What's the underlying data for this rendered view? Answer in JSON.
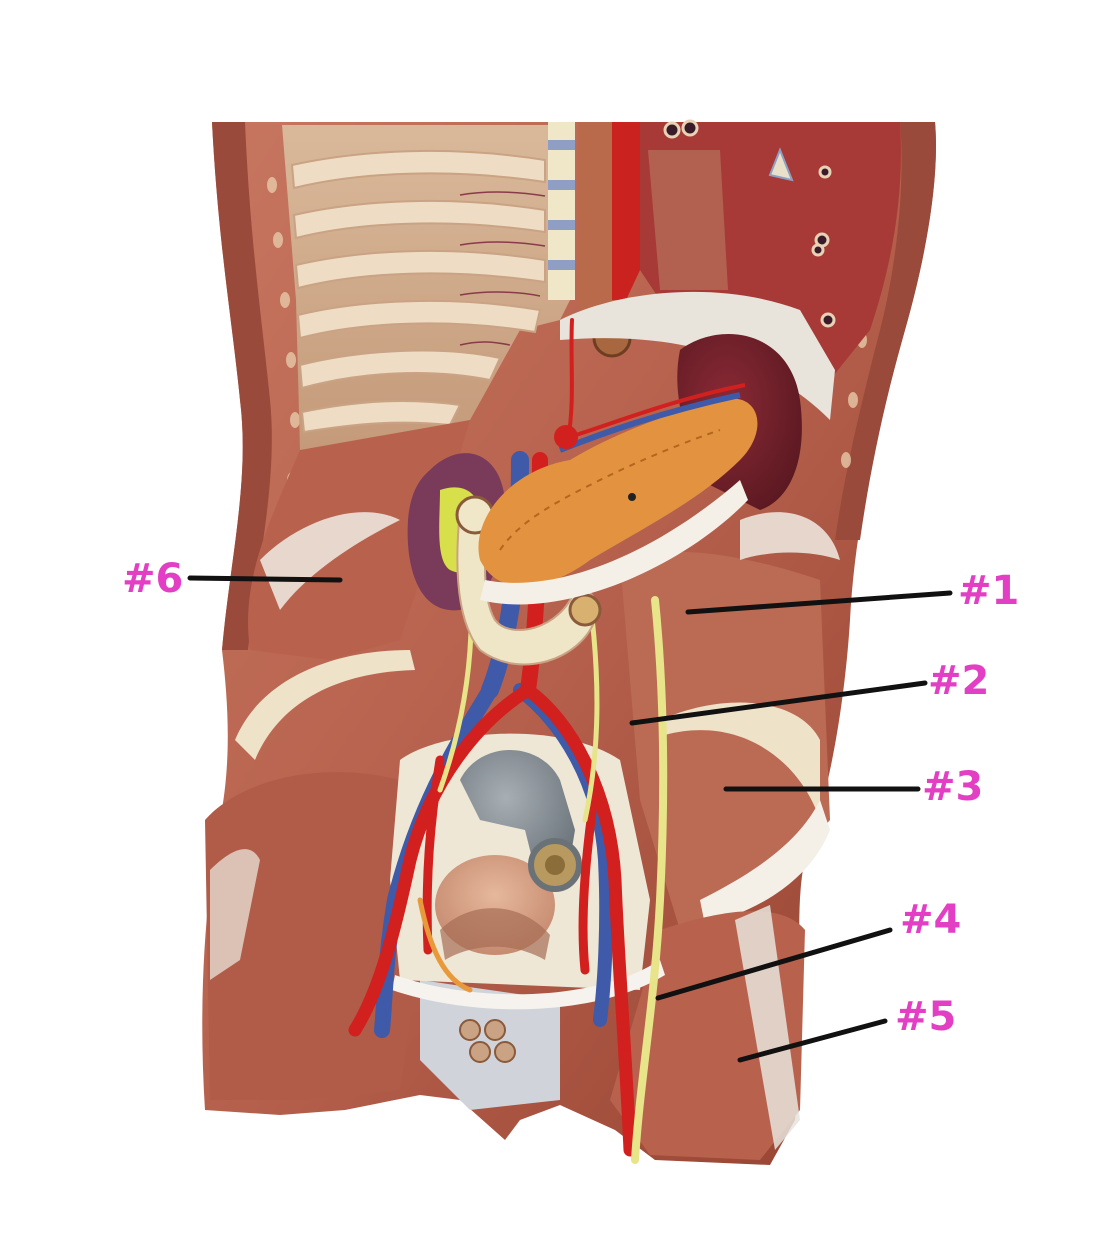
{
  "colors": {
    "background": "#ffffff",
    "muscle": "#b5604c",
    "muscle_light": "#d08a72",
    "muscle_dark": "#8a3a2c",
    "skin": "#9a4a3a",
    "rib": "#e6c7a6",
    "tendon": "#f0ece4",
    "pancreas": "#e3933f",
    "kidney": "#7a3b5a",
    "kidney_fat": "#d7df4a",
    "spleen": "#6e1f2a",
    "artery": "#d2201e",
    "vein": "#3e5aa8",
    "nerve": "#e8e48a",
    "rectum_gray": "#8c959c",
    "bladder": "#d8a58a",
    "label": "#e23fc4",
    "leader_line": "#111111"
  },
  "callouts": [
    {
      "label": "#1"
    },
    {
      "label": "#2"
    },
    {
      "label": "#3"
    },
    {
      "label": "#4"
    },
    {
      "label": "#5"
    },
    {
      "label": "#6"
    }
  ]
}
